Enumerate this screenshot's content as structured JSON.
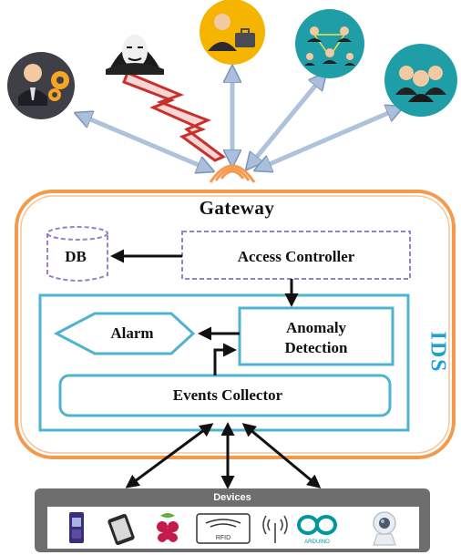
{
  "gateway": {
    "title": "Gateway"
  },
  "db": {
    "label": "DB"
  },
  "access_controller": {
    "label": "Access Controller"
  },
  "alarm": {
    "label": "Alarm"
  },
  "anomaly_detection": {
    "label_line1": "Anomaly",
    "label_line2": "Detection"
  },
  "events_collector": {
    "label": "Events Collector"
  },
  "ids": {
    "label": "IDS"
  },
  "devices": {
    "title": "Devices",
    "items": [
      {
        "icon": "mobile-phone-icon"
      },
      {
        "icon": "tablet-icon"
      },
      {
        "icon": "raspberry-pi-icon"
      },
      {
        "icon": "rfid-reader-icon",
        "text": "RFID"
      },
      {
        "icon": "wireless-antenna-icon"
      },
      {
        "icon": "arduino-icon",
        "text": "ARDUINO"
      },
      {
        "icon": "webcam-icon"
      }
    ]
  },
  "users": [
    {
      "icon": "engineer-gears-icon"
    },
    {
      "icon": "hacker-mask-icon"
    },
    {
      "icon": "businessman-briefcase-icon"
    },
    {
      "icon": "team-network-icon"
    },
    {
      "icon": "group-people-icon"
    }
  ],
  "colors": {
    "gateway_border": "#f39a4e",
    "ids_border": "#4fb3d0",
    "access_controller_border": "#9b7fc4",
    "attack_arrow": "#c9302c",
    "user_arrow": "#aec2dc",
    "devices_panel": "#6e6e6e",
    "ids_text": "#1aa2d6"
  }
}
